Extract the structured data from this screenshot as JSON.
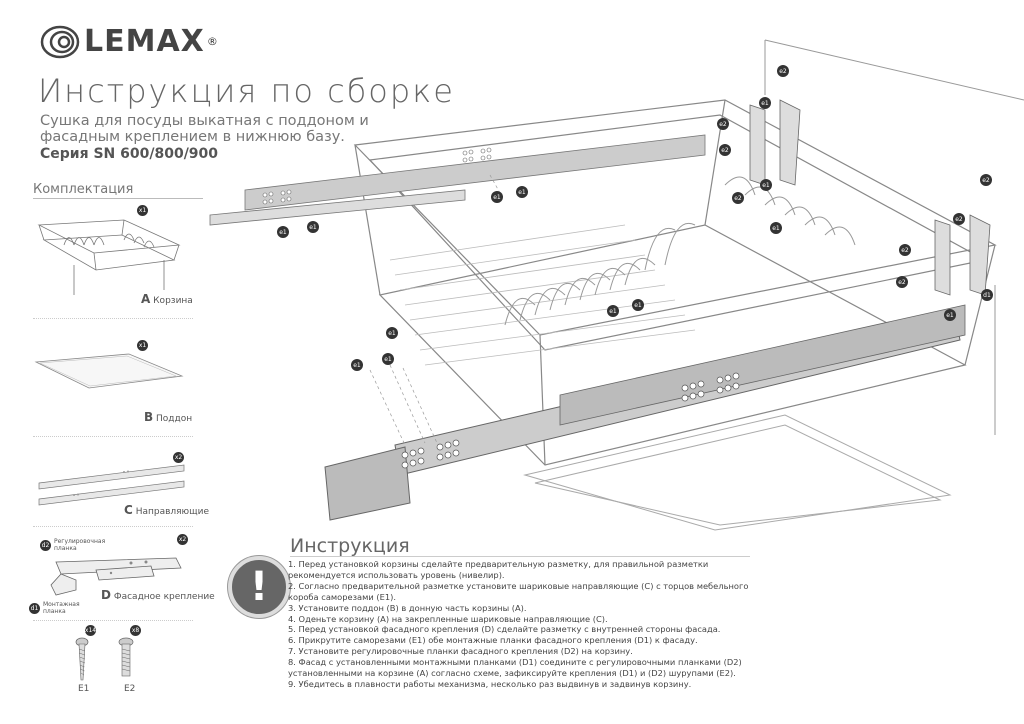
{
  "brand": {
    "name": "LEMAX",
    "registered": "®"
  },
  "title": "Инструкция по сборке",
  "subtitle": "Сушка для посуды выкатная с поддоном и фасадным креплением в нижнюю базу.",
  "series": "Серия SN 600/800/900",
  "kit": {
    "title": "Комплектация",
    "items": [
      {
        "letter": "A",
        "label": "Корзина",
        "qty": "x1"
      },
      {
        "letter": "B",
        "label": "Поддон",
        "qty": "x1"
      },
      {
        "letter": "C",
        "label": "Направляющие",
        "qty": "x2"
      },
      {
        "letter": "D",
        "label": "Фасадное крепление",
        "qty": "x2",
        "sub_top": "Регулировочная планка",
        "sub_top_code": "d2",
        "sub_bottom": "Монтажная планка",
        "sub_bottom_code": "d1"
      }
    ],
    "screws": [
      {
        "code": "E1",
        "qty": "x14"
      },
      {
        "code": "E2",
        "qty": "x8"
      }
    ]
  },
  "diagram_labels": {
    "e1": "e1",
    "e2": "e2",
    "d1": "d1"
  },
  "instructions": {
    "title": "Инструкция",
    "warning_symbol": "!",
    "steps": [
      "1. Перед установкой корзины сделайте предварительную разметку, для правильной разметки рекомендуется использовать уровень (нивелир).",
      "2. Согласно предварительной разметке установите шариковые направляющие (C) с торцов мебельного короба саморезами (E1).",
      "3. Установите поддон (B) в донную часть корзины (A).",
      "4. Оденьте корзину (A) на закрепленные шариковые направляющие (C).",
      "5. Перед установкой фасадного крепления (D) сделайте разметку с внутренней стороны фасада.",
      "6. Прикрутите саморезами (E1) обе монтажные планки фасадного крепления (D1) к фасаду.",
      "7. Установите регулировочные планки фасадного крепления (D2) на корзину.",
      "8. Фасад с установленными монтажными планками (D1) соедините с регулировочными планками (D2) установленными на корзине (A) согласно схеме, зафиксируйте крепления (D1) и (D2) шурупами (E2).",
      "9. Убедитесь в плавности работы механизма, несколько раз выдвинув и задвинув корзину."
    ]
  }
}
